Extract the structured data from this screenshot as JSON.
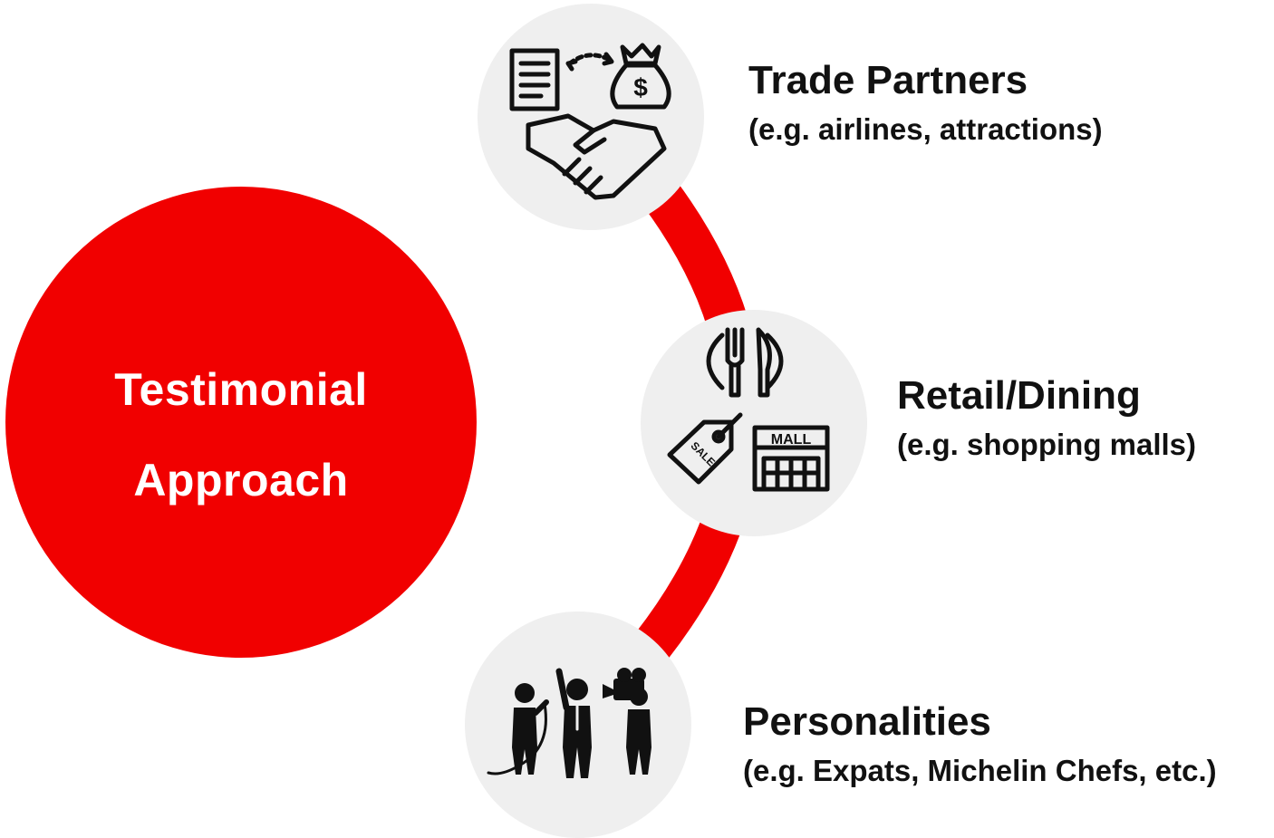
{
  "center": {
    "line1": "Testimonial",
    "line2": "Approach",
    "color": "#f10000"
  },
  "arc_color": "#f10000",
  "node_color": "#efefef",
  "items": [
    {
      "title": "Trade Partners",
      "subtitle": "(e.g. airlines, attractions)",
      "icon": "handshake-contract-money-icon"
    },
    {
      "title": "Retail/Dining",
      "subtitle": "(e.g. shopping malls)",
      "icon": "dining-sale-mall-icon",
      "icon_text": {
        "tag": "SALE",
        "sign": "MALL"
      }
    },
    {
      "title": "Personalities",
      "subtitle": "(e.g. Expats, Michelin Chefs, etc.)",
      "icon": "reporter-interview-camera-icon"
    }
  ]
}
